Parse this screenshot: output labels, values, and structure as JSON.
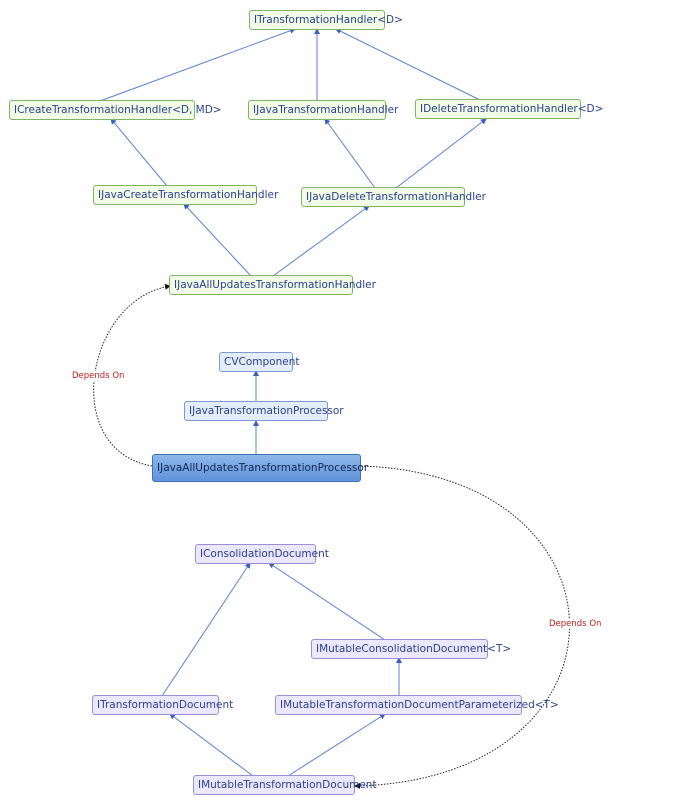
{
  "nodes": {
    "transformation_handler": "ITransformationHandler<D>",
    "create_transformation_handler": "ICreateTransformationHandler<D, MD>",
    "java_transformation_handler": "IJavaTransformationHandler",
    "delete_transformation_handler": "IDeleteTransformationHandler<D>",
    "java_create_transformation_handler": "IJavaCreateTransformationHandler",
    "java_delete_transformation_handler": "IJavaDeleteTransformationHandler",
    "java_all_updates_transformation_handler": "IJavaAllUpdatesTransformationHandler",
    "cv_component": "CVComponent",
    "java_transformation_processor": "IJavaTransformationProcessor",
    "java_all_updates_transformation_processor": "IJavaAllUpdatesTransformationProcessor",
    "consolidation_document": "IConsolidationDocument",
    "mutable_consolidation_document": "IMutableConsolidationDocument<T>",
    "transformation_document": "ITransformationDocument",
    "mutable_transformation_document_parameterized": "IMutableTransformationDocumentParameterized<T>",
    "mutable_transformation_document": "IMutableTransformationDocument"
  },
  "dependency_labels": {
    "left": "Depends On",
    "right": "Depends On"
  },
  "colors": {
    "edge": "#5b7fd4",
    "dependency": "#222222",
    "dependency_label": "#c0201a"
  }
}
